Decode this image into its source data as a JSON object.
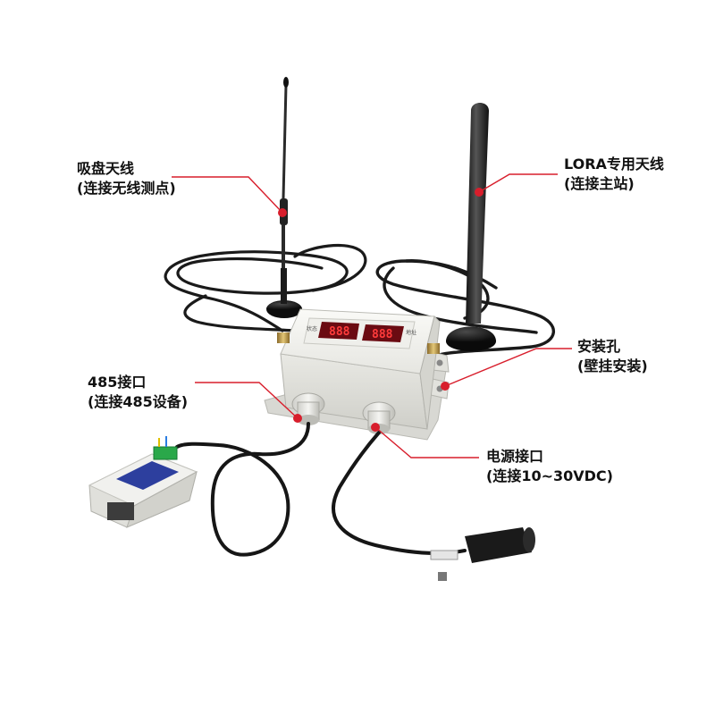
{
  "scene": {
    "display_left": {
      "label": "状态",
      "value": "888"
    },
    "display_right": {
      "label": "地址",
      "value": "888"
    },
    "accent_color": "#d81e2c"
  },
  "callouts": {
    "sucker_antenna": {
      "title": "吸盘天线",
      "subtitle": "(连接无线测点)"
    },
    "lora_antenna": {
      "title": "LORA专用天线",
      "subtitle": "(连接主站)"
    },
    "mount_hole": {
      "title": "安装孔",
      "subtitle": "(壁挂安装)"
    },
    "rs485_port": {
      "title": "485接口",
      "subtitle": "(连接485设备)"
    },
    "power_port": {
      "title": "电源接口",
      "subtitle": "(连接10~30VDC)"
    }
  }
}
